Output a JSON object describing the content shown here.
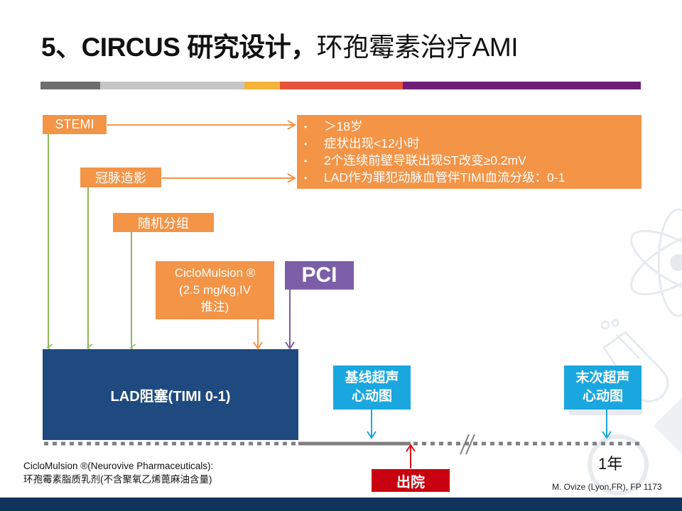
{
  "title": {
    "bold_part": "5、CIRCUS 研究设计，",
    "light_part": "环孢霉素治疗AMI"
  },
  "colorbar": {
    "segments": [
      {
        "color": "#6e6e6e"
      },
      {
        "color": "#c6c6c6"
      },
      {
        "color": "#f4b43a"
      },
      {
        "color": "#e5533c"
      },
      {
        "color": "#6f1e78"
      }
    ]
  },
  "steps": {
    "stemi": "STEMI",
    "angiography": "冠脉造影",
    "randomization": "随机分组",
    "ciclo_line1": "CicloMulsion ®",
    "ciclo_line2": "(2.5 mg/kg,IV",
    "ciclo_line3": "推注)",
    "pci": "PCI",
    "lad": "LAD阻塞(TIMI 0-1)"
  },
  "criteria": {
    "bullet": "•",
    "items": [
      "＞18岁",
      "症状出现<12小时",
      "2个连续前壁导联出现ST改变≥0.2mV",
      "LAD作为罪犯动脉血管伴TIMI血流分级：0-1"
    ]
  },
  "timeline": {
    "baseline_echo_line1": "基线超声",
    "baseline_echo_line2": "心动图",
    "final_echo_line1": "末次超声",
    "final_echo_line2": "心动图",
    "discharge": "出院",
    "one_year": "1年"
  },
  "footnote": {
    "line1": "CicloMulsion ®(Neurovive Pharmaceuticals):",
    "line2": "环孢霉素脂质乳剂(不含聚氧乙烯蓖麻油含量)"
  },
  "citation": "M. Ovize (Lyon,FR), FP 1173",
  "colors": {
    "orange": "#f39447",
    "green_arrow": "#8fb858",
    "purple": "#7b5ea7",
    "navy": "#1f4a7f",
    "blue": "#1aa7e0",
    "red": "#c8000f",
    "gray_line": "#7f7f7f"
  }
}
